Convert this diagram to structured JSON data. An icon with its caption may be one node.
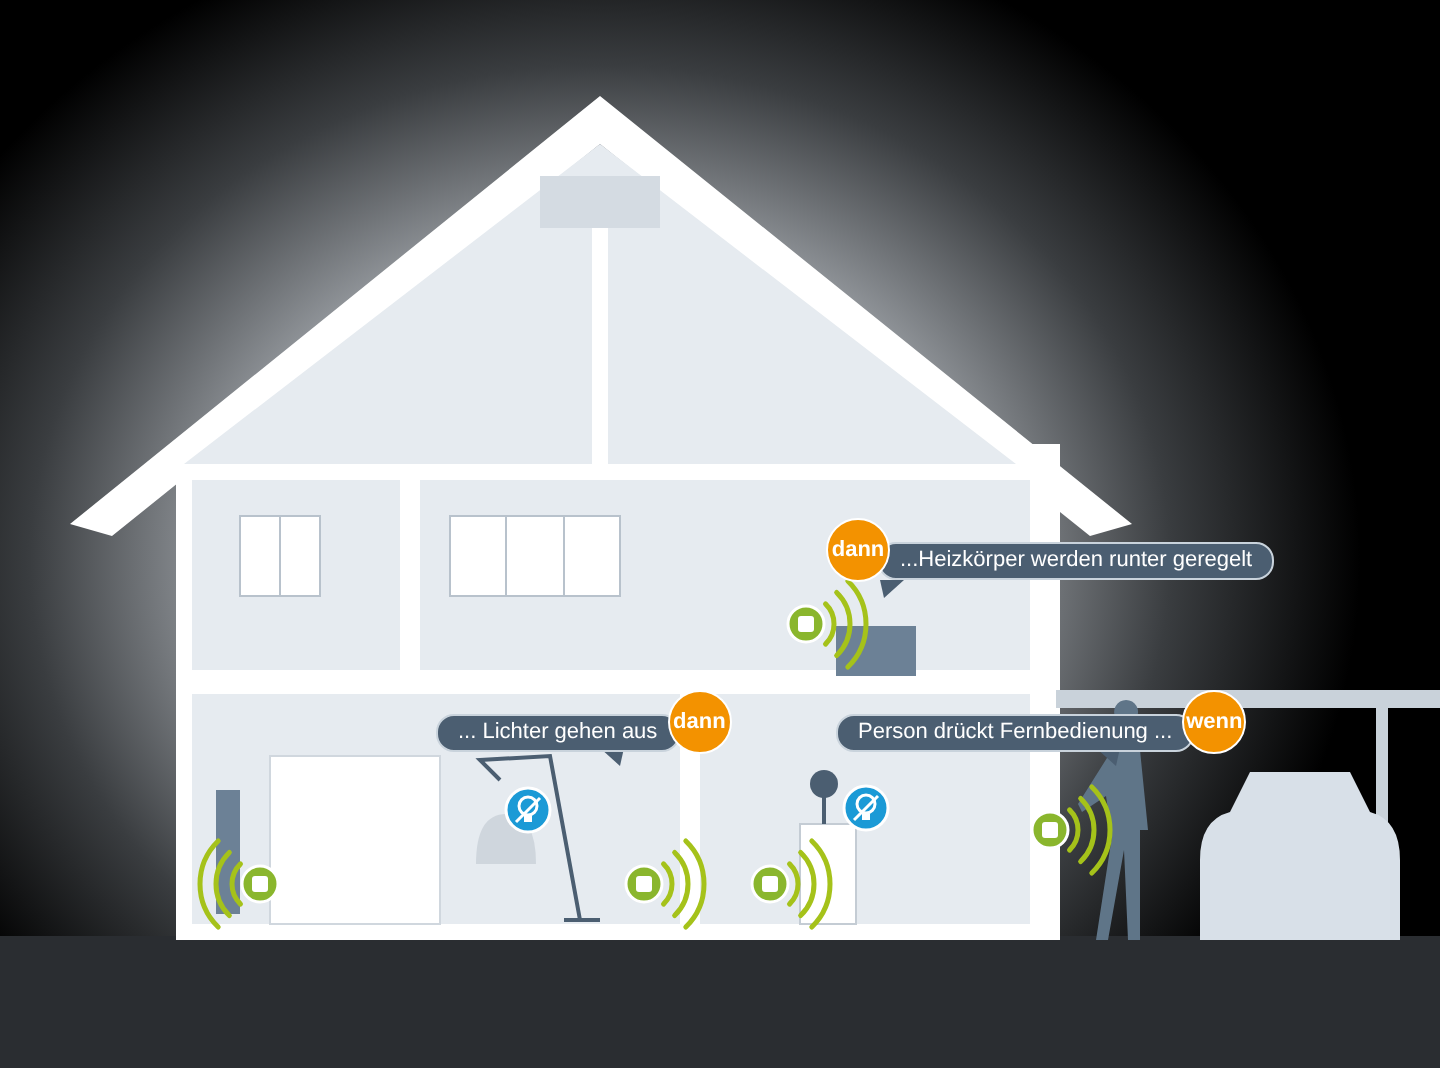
{
  "diagram": {
    "nodes": [
      {
        "text": [
          "dann",
          "...Heizkörper werden runter geregelt"
        ]
      },
      {
        "text": [
          "dann",
          "... Lichter gehen aus"
        ]
      },
      {
        "text": [
          "wenn",
          "Person drückt Fernbedienung ..."
        ]
      }
    ]
  }
}
